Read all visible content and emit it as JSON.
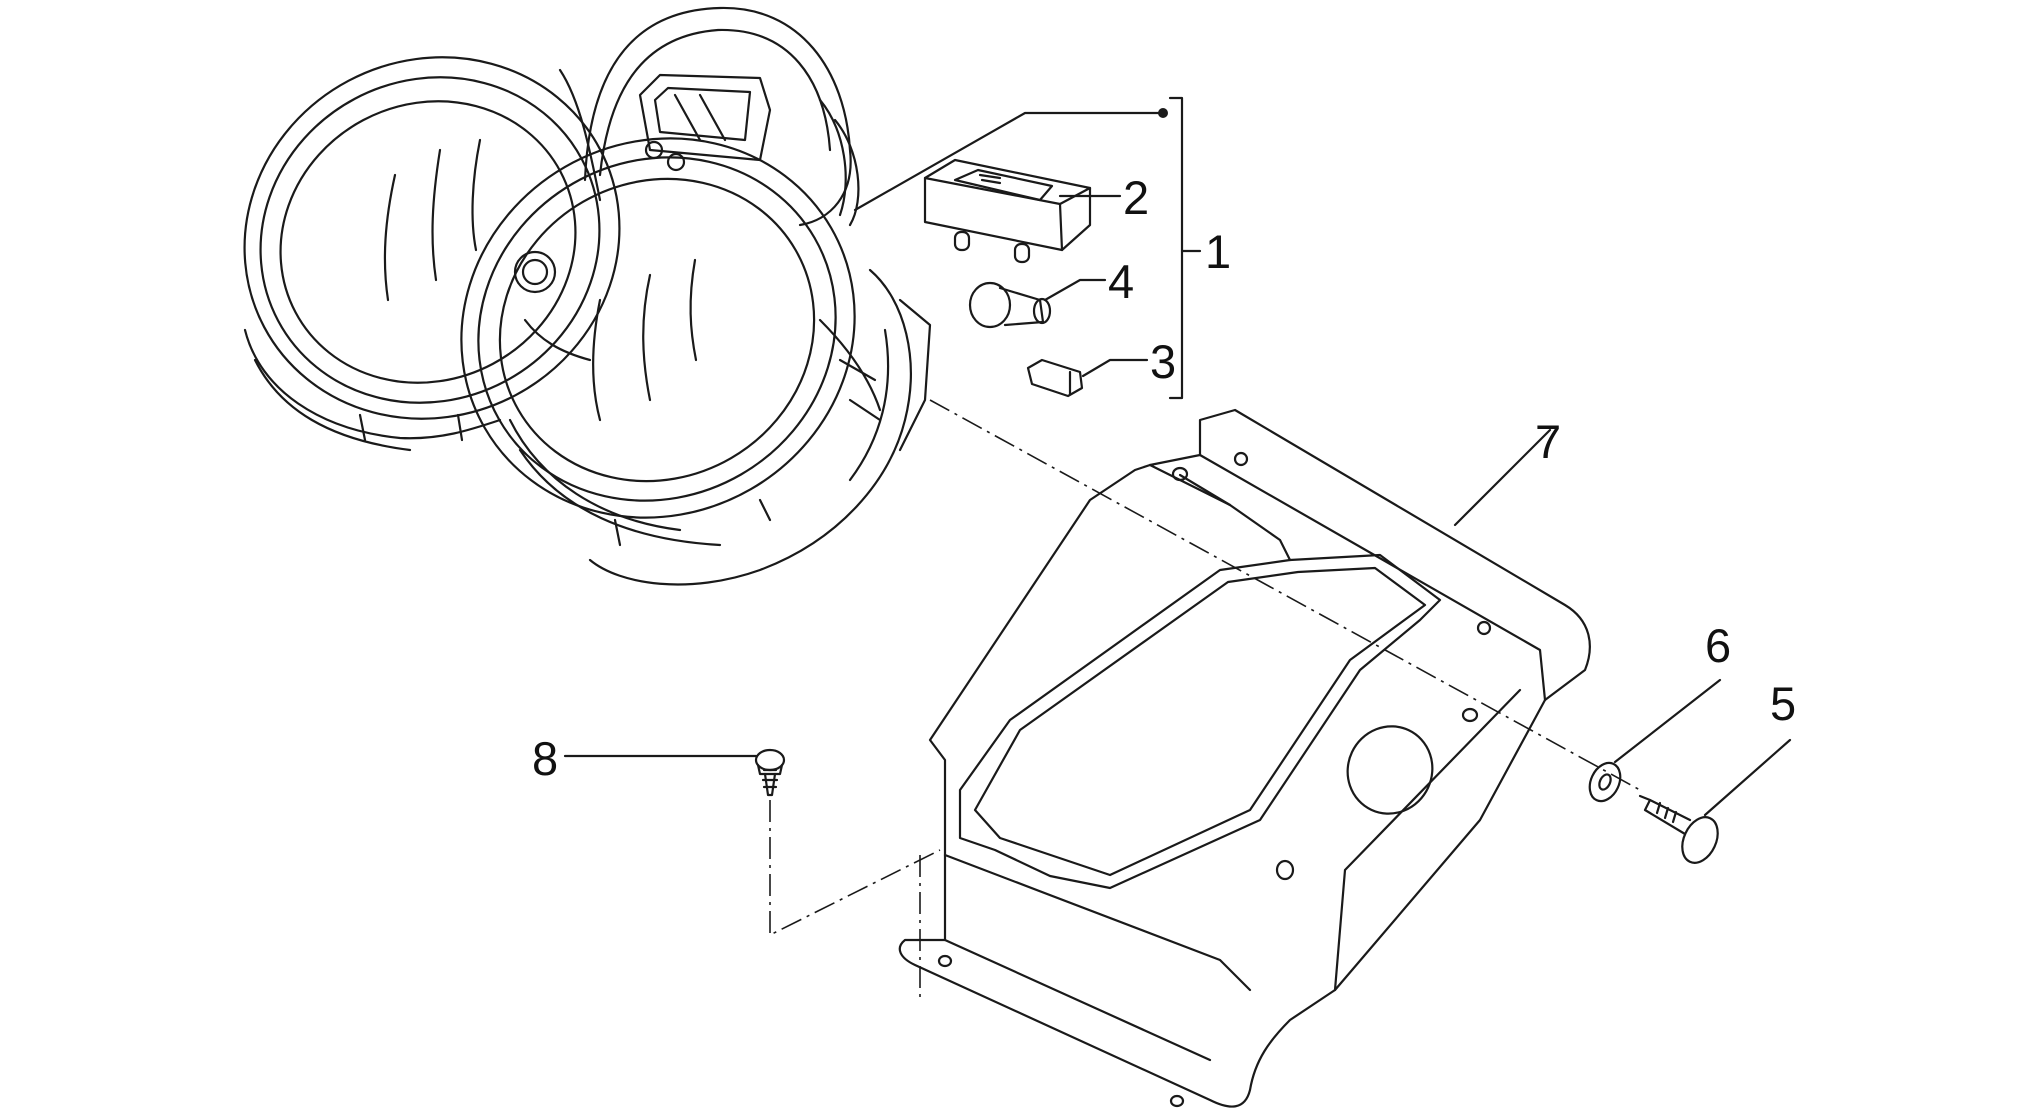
{
  "colors": {
    "line": "#1a1a1a",
    "background": "#ffffff"
  },
  "callouts": {
    "c1": "1",
    "c2": "2",
    "c3": "3",
    "c4": "4",
    "c5": "5",
    "c6": "6",
    "c7": "7",
    "c8": "8"
  }
}
